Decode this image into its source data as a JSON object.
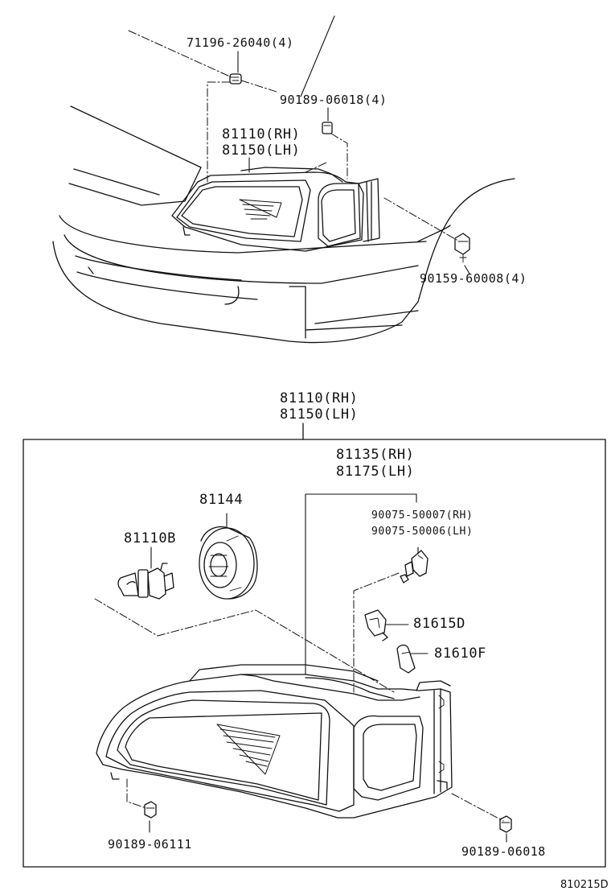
{
  "diagram": {
    "top": {
      "clip_bolt": "71196-26040(4)",
      "nut_upper": "90189-06018(4)",
      "headlamp_rh": "81110(RH)",
      "headlamp_lh": "81150(LH)",
      "screw": "90159-60008(4)"
    },
    "bottom": {
      "headlamp_rh": "81110(RH)",
      "headlamp_lh": "81150(LH)",
      "housing_rh": "81135(RH)",
      "housing_lh": "81175(LH)",
      "socket_rh": "90075-50007(RH)",
      "socket_lh": "90075-50006(LH)",
      "cover": "81144",
      "bulb_main": "81110B",
      "socket": "81615D",
      "bulb_small": "81610F",
      "nut_left": "90189-06111",
      "nut_right": "90189-06018"
    },
    "diagram_id": "810215D"
  }
}
